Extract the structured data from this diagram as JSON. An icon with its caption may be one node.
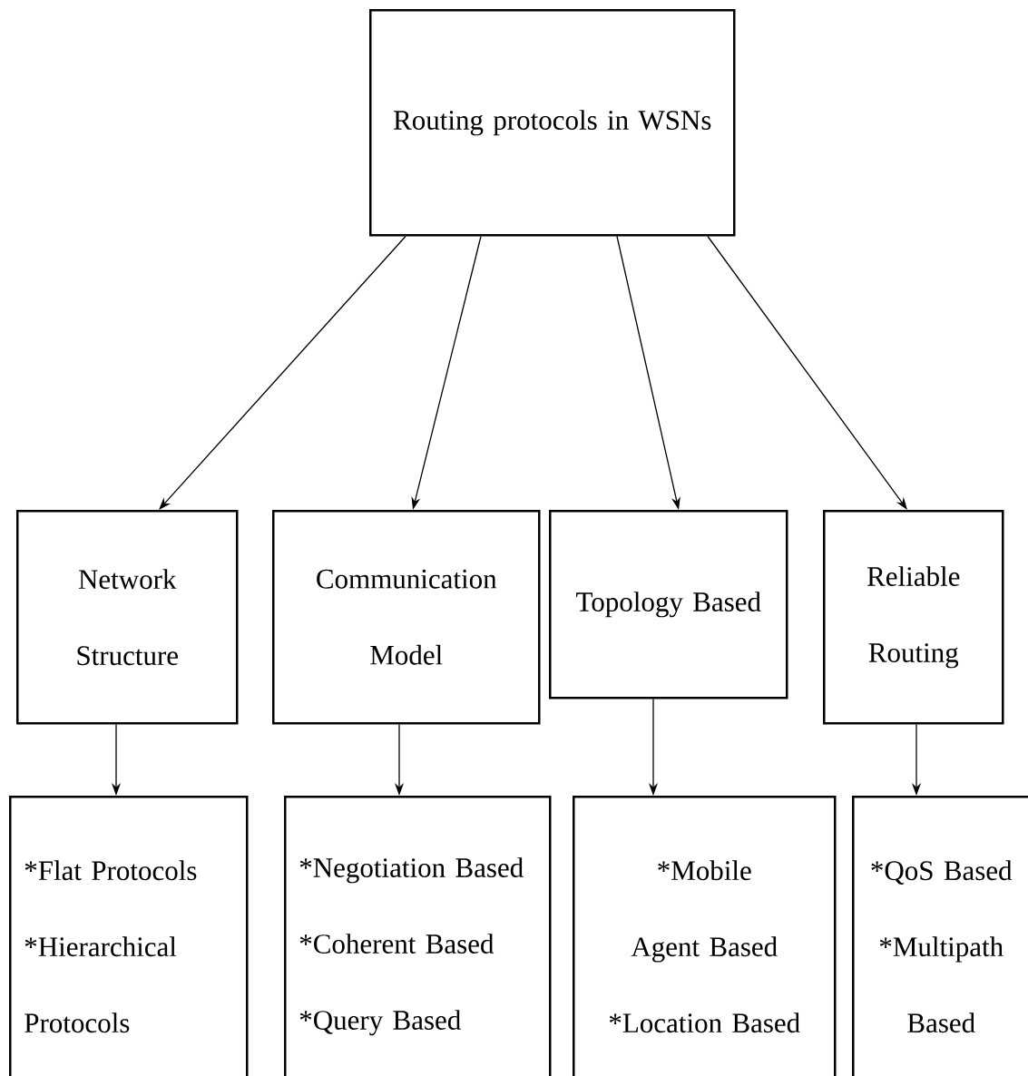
{
  "diagram": {
    "nodes": [
      {
        "text": [
          "Routing protocols in WSNs"
        ]
      },
      {
        "text": [
          "Network Structure"
        ]
      },
      {
        "text": [
          "Communication Model"
        ]
      },
      {
        "text": [
          "Topology Based"
        ]
      },
      {
        "text": [
          "Reliable Routing"
        ]
      },
      {
        "text": [
          "*Flat Protocols",
          "*Hierarchical Protocols"
        ]
      },
      {
        "text": [
          "*Negotiation Based",
          "*Coherent Based",
          "*Query Based"
        ]
      },
      {
        "text": [
          "*Mobile Agent Based",
          "*Location Based"
        ]
      },
      {
        "text": [
          "*QoS Based",
          "*Multipath Based"
        ]
      }
    ],
    "edges": [
      {
        "from": 0,
        "to": 1,
        "arrow": "to"
      },
      {
        "from": 0,
        "to": 2,
        "arrow": "to"
      },
      {
        "from": 0,
        "to": 3,
        "arrow": "to"
      },
      {
        "from": 0,
        "to": 4,
        "arrow": "to"
      },
      {
        "from": 1,
        "to": 5,
        "arrow": "to"
      },
      {
        "from": 2,
        "to": 6,
        "arrow": "to"
      },
      {
        "from": 3,
        "to": 7,
        "arrow": "to"
      },
      {
        "from": 4,
        "to": 8,
        "arrow": "to"
      }
    ]
  }
}
